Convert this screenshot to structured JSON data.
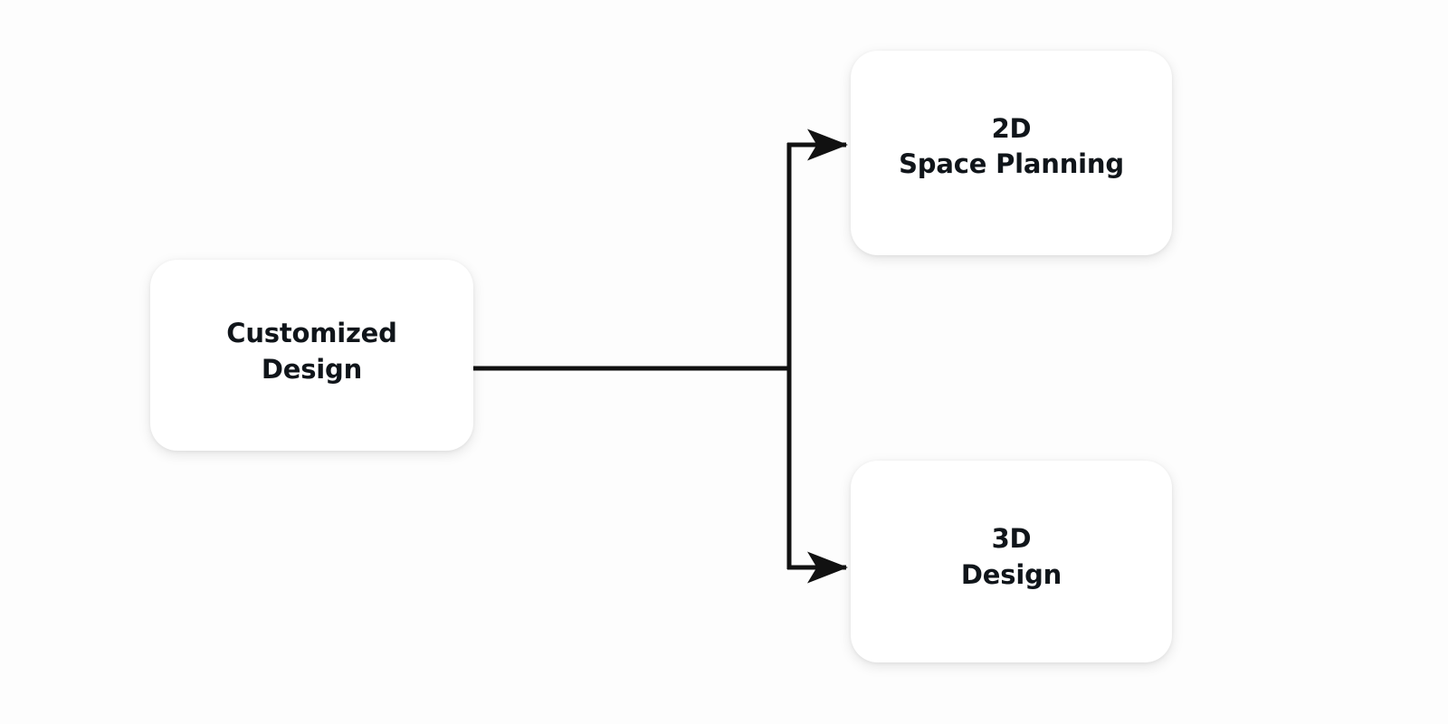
{
  "diagram": {
    "title": "Customized Design branching diagram",
    "background_color": "#fdfdfd",
    "node_fill_color": "#ffffff",
    "text_color": "#10151a",
    "connector_color": "#111111",
    "nodes": [
      {
        "id": "source",
        "label": "Customized\nDesign",
        "line1": "Customized",
        "line2": "Design"
      },
      {
        "id": "branch_2d",
        "label": "2D\nSpace Planning",
        "line1": "2D",
        "line2": "Space Planning"
      },
      {
        "id": "branch_3d",
        "label": "3D\nDesign",
        "line1": "3D",
        "line2": "Design"
      }
    ],
    "edges": [
      {
        "id": "edge-source-to-2d",
        "from": "source",
        "to": "branch_2d",
        "arrow": "arrowhead-right"
      },
      {
        "id": "edge-source-to-3d",
        "from": "source",
        "to": "branch_3d",
        "arrow": "arrowhead-right"
      }
    ]
  }
}
